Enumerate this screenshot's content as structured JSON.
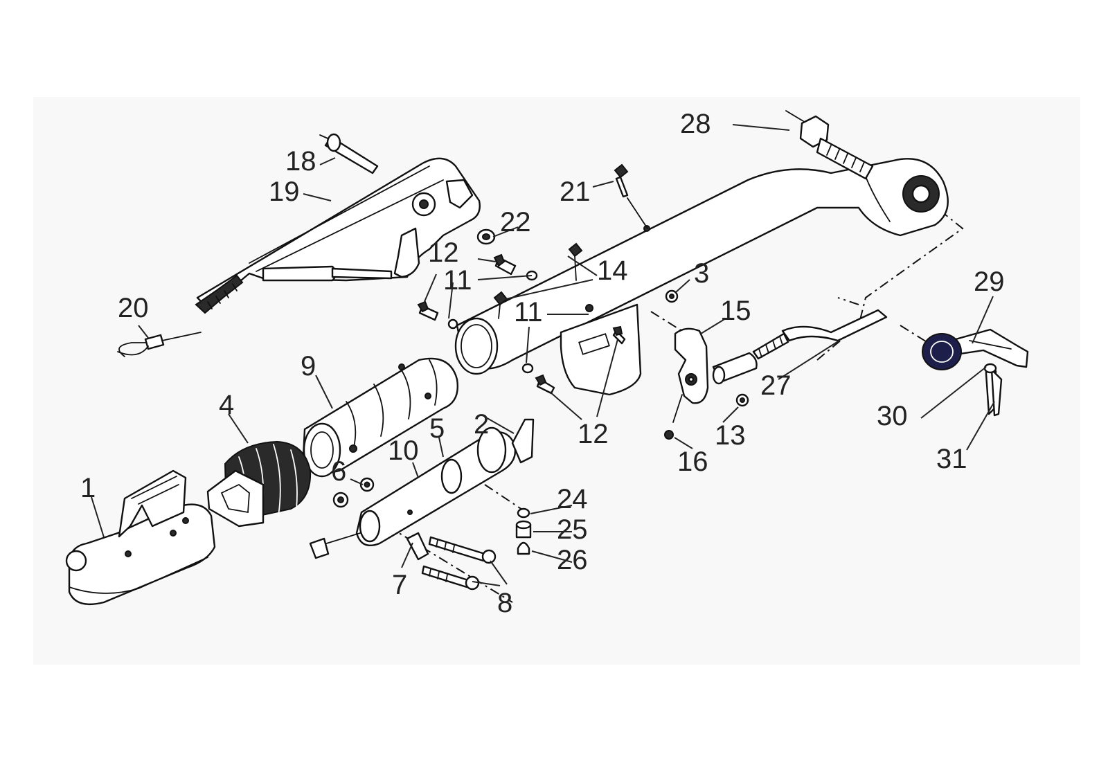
{
  "diagram": {
    "accent_color": "#222222",
    "callouts": [
      {
        "id": "c1",
        "label": "1"
      },
      {
        "id": "c2",
        "label": "2"
      },
      {
        "id": "c3",
        "label": "3"
      },
      {
        "id": "c4",
        "label": "4"
      },
      {
        "id": "c5",
        "label": "5"
      },
      {
        "id": "c6",
        "label": "6"
      },
      {
        "id": "c7",
        "label": "7"
      },
      {
        "id": "c8",
        "label": "8"
      },
      {
        "id": "c9",
        "label": "9"
      },
      {
        "id": "c10",
        "label": "10"
      },
      {
        "id": "c11a",
        "label": "11"
      },
      {
        "id": "c11b",
        "label": "11"
      },
      {
        "id": "c12a",
        "label": "12"
      },
      {
        "id": "c12b",
        "label": "12"
      },
      {
        "id": "c13",
        "label": "13"
      },
      {
        "id": "c14",
        "label": "14"
      },
      {
        "id": "c15",
        "label": "15"
      },
      {
        "id": "c16",
        "label": "16"
      },
      {
        "id": "c18",
        "label": "18"
      },
      {
        "id": "c19",
        "label": "19"
      },
      {
        "id": "c20",
        "label": "20"
      },
      {
        "id": "c21",
        "label": "21"
      },
      {
        "id": "c22",
        "label": "22"
      },
      {
        "id": "c24",
        "label": "24"
      },
      {
        "id": "c25",
        "label": "25"
      },
      {
        "id": "c26",
        "label": "26"
      },
      {
        "id": "c27",
        "label": "27"
      },
      {
        "id": "c28",
        "label": "28"
      },
      {
        "id": "c29",
        "label": "29"
      },
      {
        "id": "c30",
        "label": "30"
      },
      {
        "id": "c31",
        "label": "31"
      }
    ]
  }
}
